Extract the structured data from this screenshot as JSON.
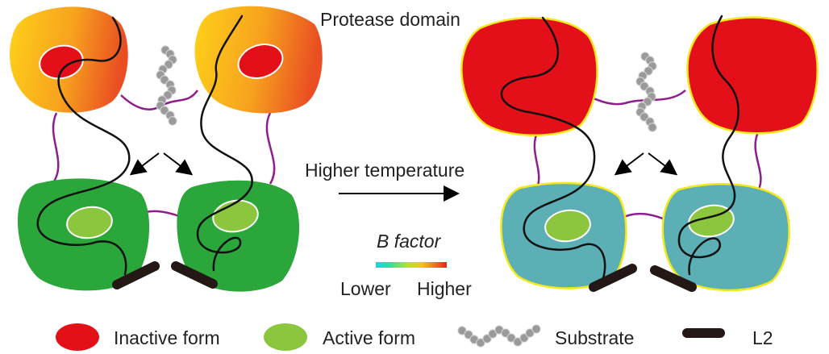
{
  "title_label": "Protease domain",
  "transition_label": "Higher temperature",
  "bfactor": {
    "title": "B factor",
    "low": "Lower",
    "high": "Higher",
    "gradient_colors": [
      "#19d3e6",
      "#2fe0a0",
      "#b6e22a",
      "#f2c41c",
      "#f07a1a",
      "#e5231f"
    ]
  },
  "legend": {
    "inactive": "Inactive form",
    "active": "Active form",
    "substrate": "Substrate",
    "l2": "L2"
  },
  "colors": {
    "inactive": "#e3101a",
    "active": "#8cc63f",
    "green_domain": "#2aa63a",
    "teal_domain": "#5bafb5",
    "linker": "#8e1d8e",
    "outline_yellow": "#f2e81a",
    "substrate": "#9a9a9a"
  }
}
